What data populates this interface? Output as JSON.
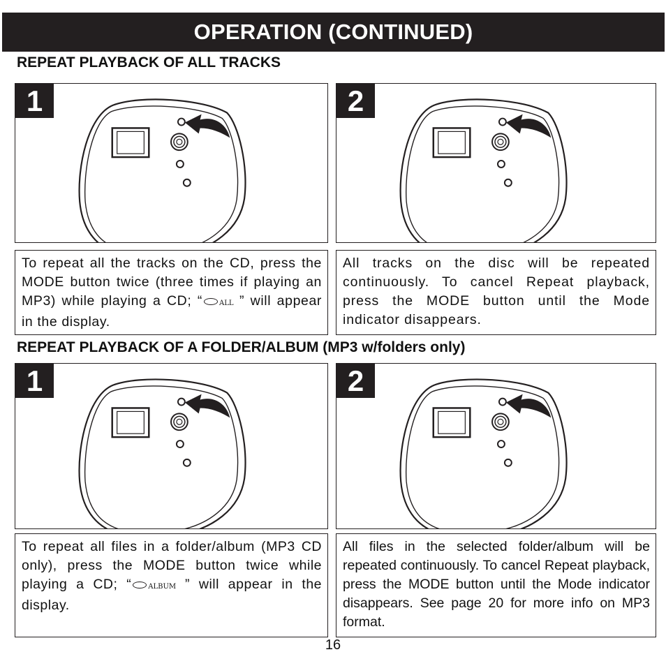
{
  "header": {
    "title": "OPERATION (CONTINUED)"
  },
  "sections": [
    {
      "title": "REPEAT PLAYBACK OF ALL TRACKS",
      "steps": [
        {
          "number": "1",
          "text_before": "To repeat all the tracks on the CD, press the MODE button twice (three times if playing an MP3) while playing a CD; “",
          "symbol": "ALL",
          "text_after": " ” will appear in the display."
        },
        {
          "number": "2",
          "text": "All tracks on the disc will be repeated continuously. To cancel Repeat playback, press the MODE button until the Mode indicator disappears."
        }
      ]
    },
    {
      "title": "REPEAT PLAYBACK OF A FOLDER/ALBUM (MP3 w/folders only)",
      "steps": [
        {
          "number": "1",
          "text_before": "To repeat all files in a folder/album (MP3 CD only), press the MODE button twice while playing a CD; “",
          "symbol": "ALBUM",
          "text_after": " ” will appear in the display."
        },
        {
          "number": "2",
          "text": "All files in the selected folder/album will be repeated continuously. To cancel Repeat playback, press the MODE button until the Mode indicator disappears. See page 20 for more info on MP3 format."
        }
      ]
    }
  ],
  "page_number": "16"
}
